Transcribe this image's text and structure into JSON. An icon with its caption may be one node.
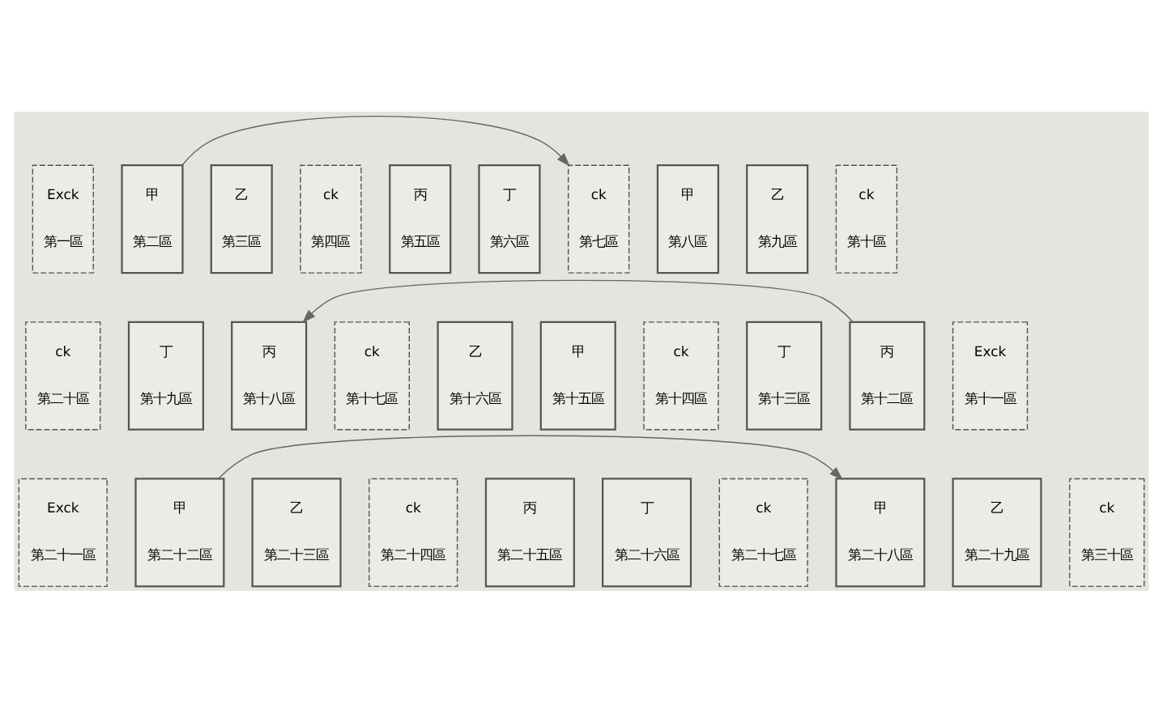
{
  "diagram": {
    "nodes": [
      {
        "text": [
          "Exck",
          "第一區"
        ]
      },
      {
        "text": [
          "甲",
          "第二區"
        ]
      },
      {
        "text": [
          "乙",
          "第三區"
        ]
      },
      {
        "text": [
          "ck",
          "第四區"
        ]
      },
      {
        "text": [
          "丙",
          "第五區"
        ]
      },
      {
        "text": [
          "丁",
          "第六區"
        ]
      },
      {
        "text": [
          "ck",
          "第七區"
        ]
      },
      {
        "text": [
          "甲",
          "第八區"
        ]
      },
      {
        "text": [
          "乙",
          "第九區"
        ]
      },
      {
        "text": [
          "ck",
          "第十區"
        ]
      },
      {
        "text": [
          "Exck",
          "第十一區"
        ]
      },
      {
        "text": [
          "丙",
          "第十二區"
        ]
      },
      {
        "text": [
          "丁",
          "第十三區"
        ]
      },
      {
        "text": [
          "ck",
          "第十四區"
        ]
      },
      {
        "text": [
          "甲",
          "第十五區"
        ]
      },
      {
        "text": [
          "乙",
          "第十六區"
        ]
      },
      {
        "text": [
          "ck",
          "第十七區"
        ]
      },
      {
        "text": [
          "丙",
          "第十八區"
        ]
      },
      {
        "text": [
          "丁",
          "第十九區"
        ]
      },
      {
        "text": [
          "ck",
          "第二十區"
        ]
      },
      {
        "text": [
          "Exck",
          "第二十一區"
        ]
      },
      {
        "text": [
          "甲",
          "第二十二區"
        ]
      },
      {
        "text": [
          "乙",
          "第二十三區"
        ]
      },
      {
        "text": [
          "ck",
          "第二十四區"
        ]
      },
      {
        "text": [
          "丙",
          "第二十五區"
        ]
      },
      {
        "text": [
          "丁",
          "第二十六區"
        ]
      },
      {
        "text": [
          "ck",
          "第二十七區"
        ]
      },
      {
        "text": [
          "甲",
          "第二十八區"
        ]
      },
      {
        "text": [
          "乙",
          "第二十九區"
        ]
      },
      {
        "text": [
          "ck",
          "第三十區"
        ]
      }
    ],
    "edges": [
      {
        "from": 1,
        "to": 6,
        "arrow": "to"
      },
      {
        "from": 11,
        "to": 17,
        "arrow": "to"
      },
      {
        "from": 21,
        "to": 27,
        "arrow": "to"
      }
    ]
  }
}
